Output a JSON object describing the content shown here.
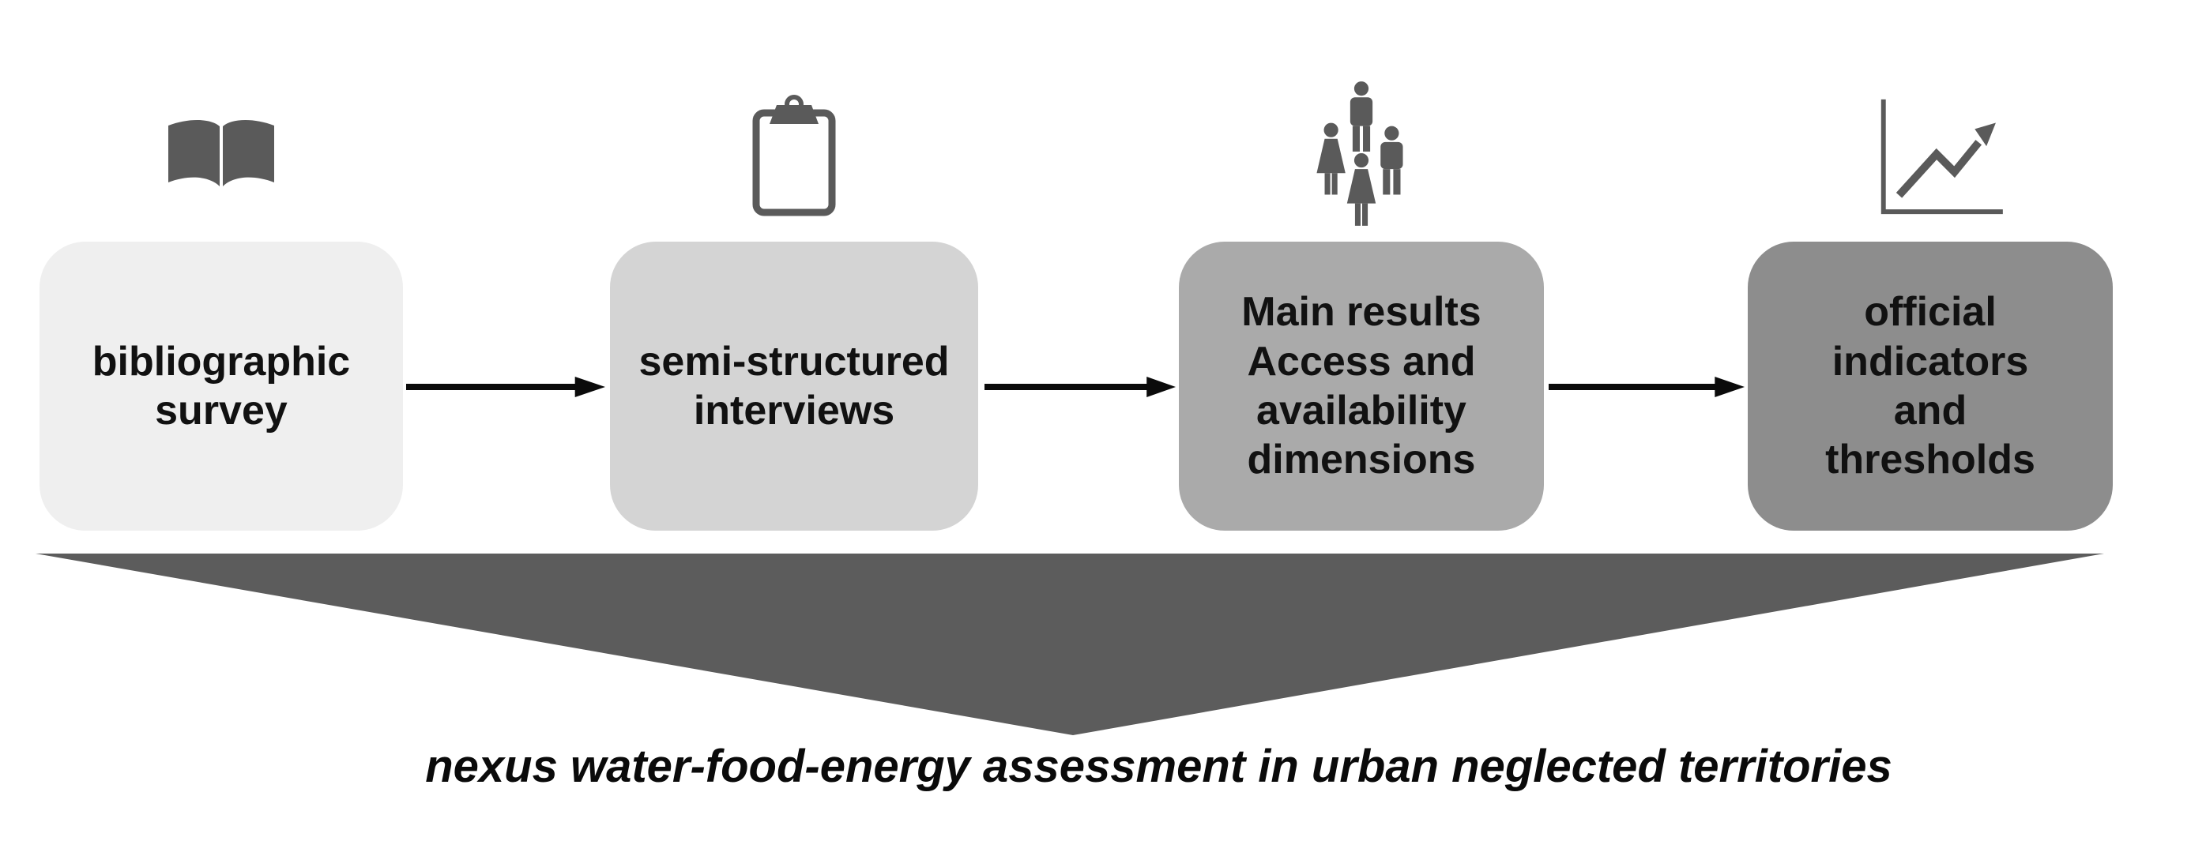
{
  "diagram": {
    "caption": "nexus water-food-energy assessment in urban neglected territories",
    "colors": {
      "icon": "#5a5a5a",
      "arrow": "#0b0b0b",
      "text": "#111111",
      "background": "#ffffff"
    },
    "funnel": {
      "color": "#5c5c5c"
    },
    "steps": [
      {
        "name": "bibliographic-survey",
        "icon": "open-book-icon",
        "fill": "#efefef",
        "lines": [
          "bibliographic",
          "survey"
        ]
      },
      {
        "name": "semi-structured-interviews",
        "icon": "clipboard-icon",
        "fill": "#d4d4d4",
        "lines": [
          "semi-structured",
          "interviews"
        ]
      },
      {
        "name": "main-results-access-availability",
        "icon": "people-group-icon",
        "fill": "#aaaaaa",
        "lines": [
          "Main results",
          "Access and",
          "availability",
          "dimensions"
        ]
      },
      {
        "name": "official-indicators-thresholds",
        "icon": "line-chart-icon",
        "fill": "#8d8d8d",
        "lines": [
          "official",
          "indicators",
          "and",
          "thresholds"
        ]
      }
    ]
  }
}
